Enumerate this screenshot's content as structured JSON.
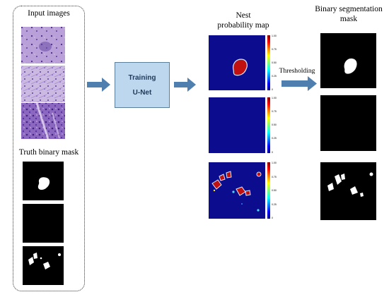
{
  "labels": {
    "input_images": "Input images",
    "truth_binary_mask": "Truth binary mask",
    "training": "Training",
    "unet": "U-Net",
    "nest_line1": "Nest",
    "nest_line2": "probability map",
    "thresholding": "Thresholding",
    "binseg_line1": "Binary segmentation",
    "binseg_line2": "mask"
  },
  "colorbar_ticks": [
    "1.00",
    "0.75",
    "0.50",
    "0.25",
    "0"
  ],
  "colors": {
    "unet_fill": "#bdd7ee",
    "unet_border": "#5b7e9b",
    "arrow": "#4f7fae",
    "map_bg": "#0c0c8e",
    "hotspot": "#c01010",
    "tissue": "#9c7cc8"
  }
}
